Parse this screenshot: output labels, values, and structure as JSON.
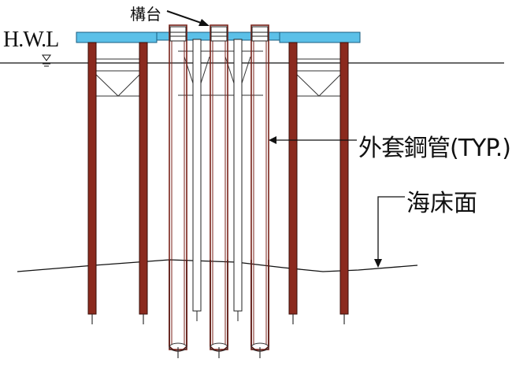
{
  "labels": {
    "hwl": "H.W.L",
    "pile_cap": "構台",
    "outer_steel_pipe": "外套鋼管(TYP.)",
    "seabed": "海床面"
  },
  "colors": {
    "deck": "#5bc0e8",
    "pile": "#8b2a1e",
    "pile_dark": "#5a1610",
    "line": "#111111"
  },
  "icons": {
    "water_level": "water-level-triangle-icon"
  }
}
